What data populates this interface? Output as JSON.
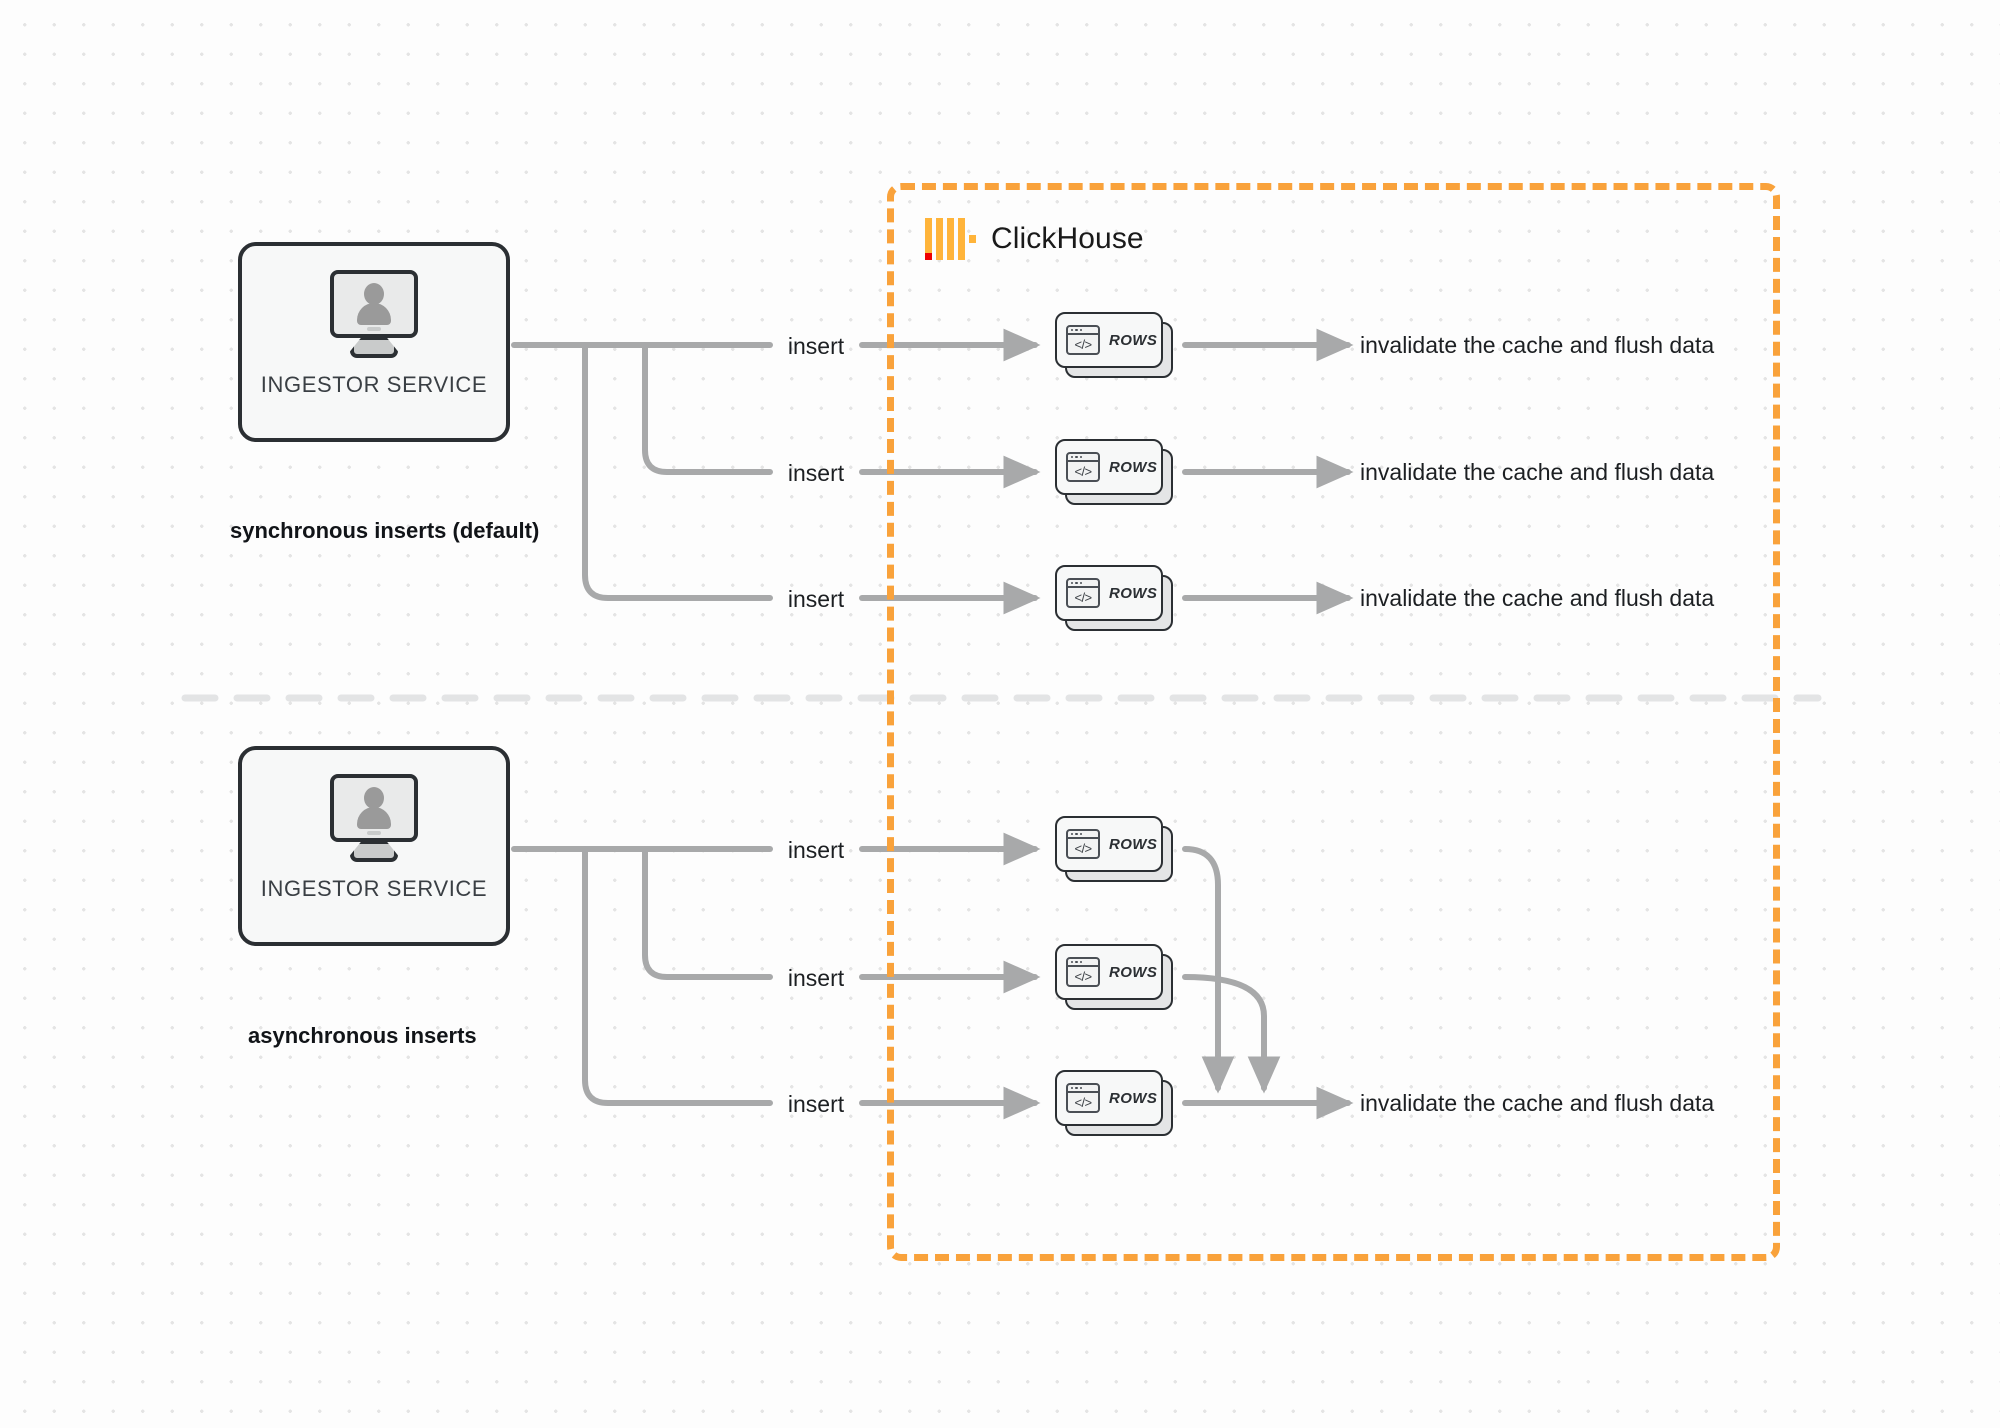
{
  "diagram": {
    "title": "ClickHouse synchronous vs asynchronous inserts",
    "boundary_label": "ClickHouse",
    "colors": {
      "boundary": "#f9a23b",
      "logo_orange": "#ffb43a",
      "logo_red": "#ee0000",
      "edge": "#a8a9aa",
      "node_border": "#2b2f33",
      "node_fill": "#f7f8f8",
      "background": "#fdfdfd",
      "divider": "#e1e2e3"
    },
    "sections": [
      {
        "id": "synchronous",
        "caption": "synchronous inserts (default)",
        "source": {
          "label": "INGESTOR SERVICE",
          "icon": "monitor-user-icon"
        },
        "flows": [
          {
            "edge_label": "insert",
            "node": {
              "label": "ROWS",
              "icon": "code-window-icon"
            },
            "result_label": "invalidate the cache and flush data"
          },
          {
            "edge_label": "insert",
            "node": {
              "label": "ROWS",
              "icon": "code-window-icon"
            },
            "result_label": "invalidate the cache and flush data"
          },
          {
            "edge_label": "insert",
            "node": {
              "label": "ROWS",
              "icon": "code-window-icon"
            },
            "result_label": "invalidate the cache and flush data"
          }
        ]
      },
      {
        "id": "asynchronous",
        "caption": "asynchronous inserts",
        "source": {
          "label": "INGESTOR SERVICE",
          "icon": "monitor-user-icon"
        },
        "flows": [
          {
            "edge_label": "insert",
            "node": {
              "label": "ROWS",
              "icon": "code-window-icon"
            },
            "result_label": ""
          },
          {
            "edge_label": "insert",
            "node": {
              "label": "ROWS",
              "icon": "code-window-icon"
            },
            "result_label": ""
          },
          {
            "edge_label": "insert",
            "node": {
              "label": "ROWS",
              "icon": "code-window-icon"
            },
            "result_label": "invalidate the cache and flush data"
          }
        ],
        "merged_result_label": "invalidate the cache and flush data"
      }
    ]
  }
}
